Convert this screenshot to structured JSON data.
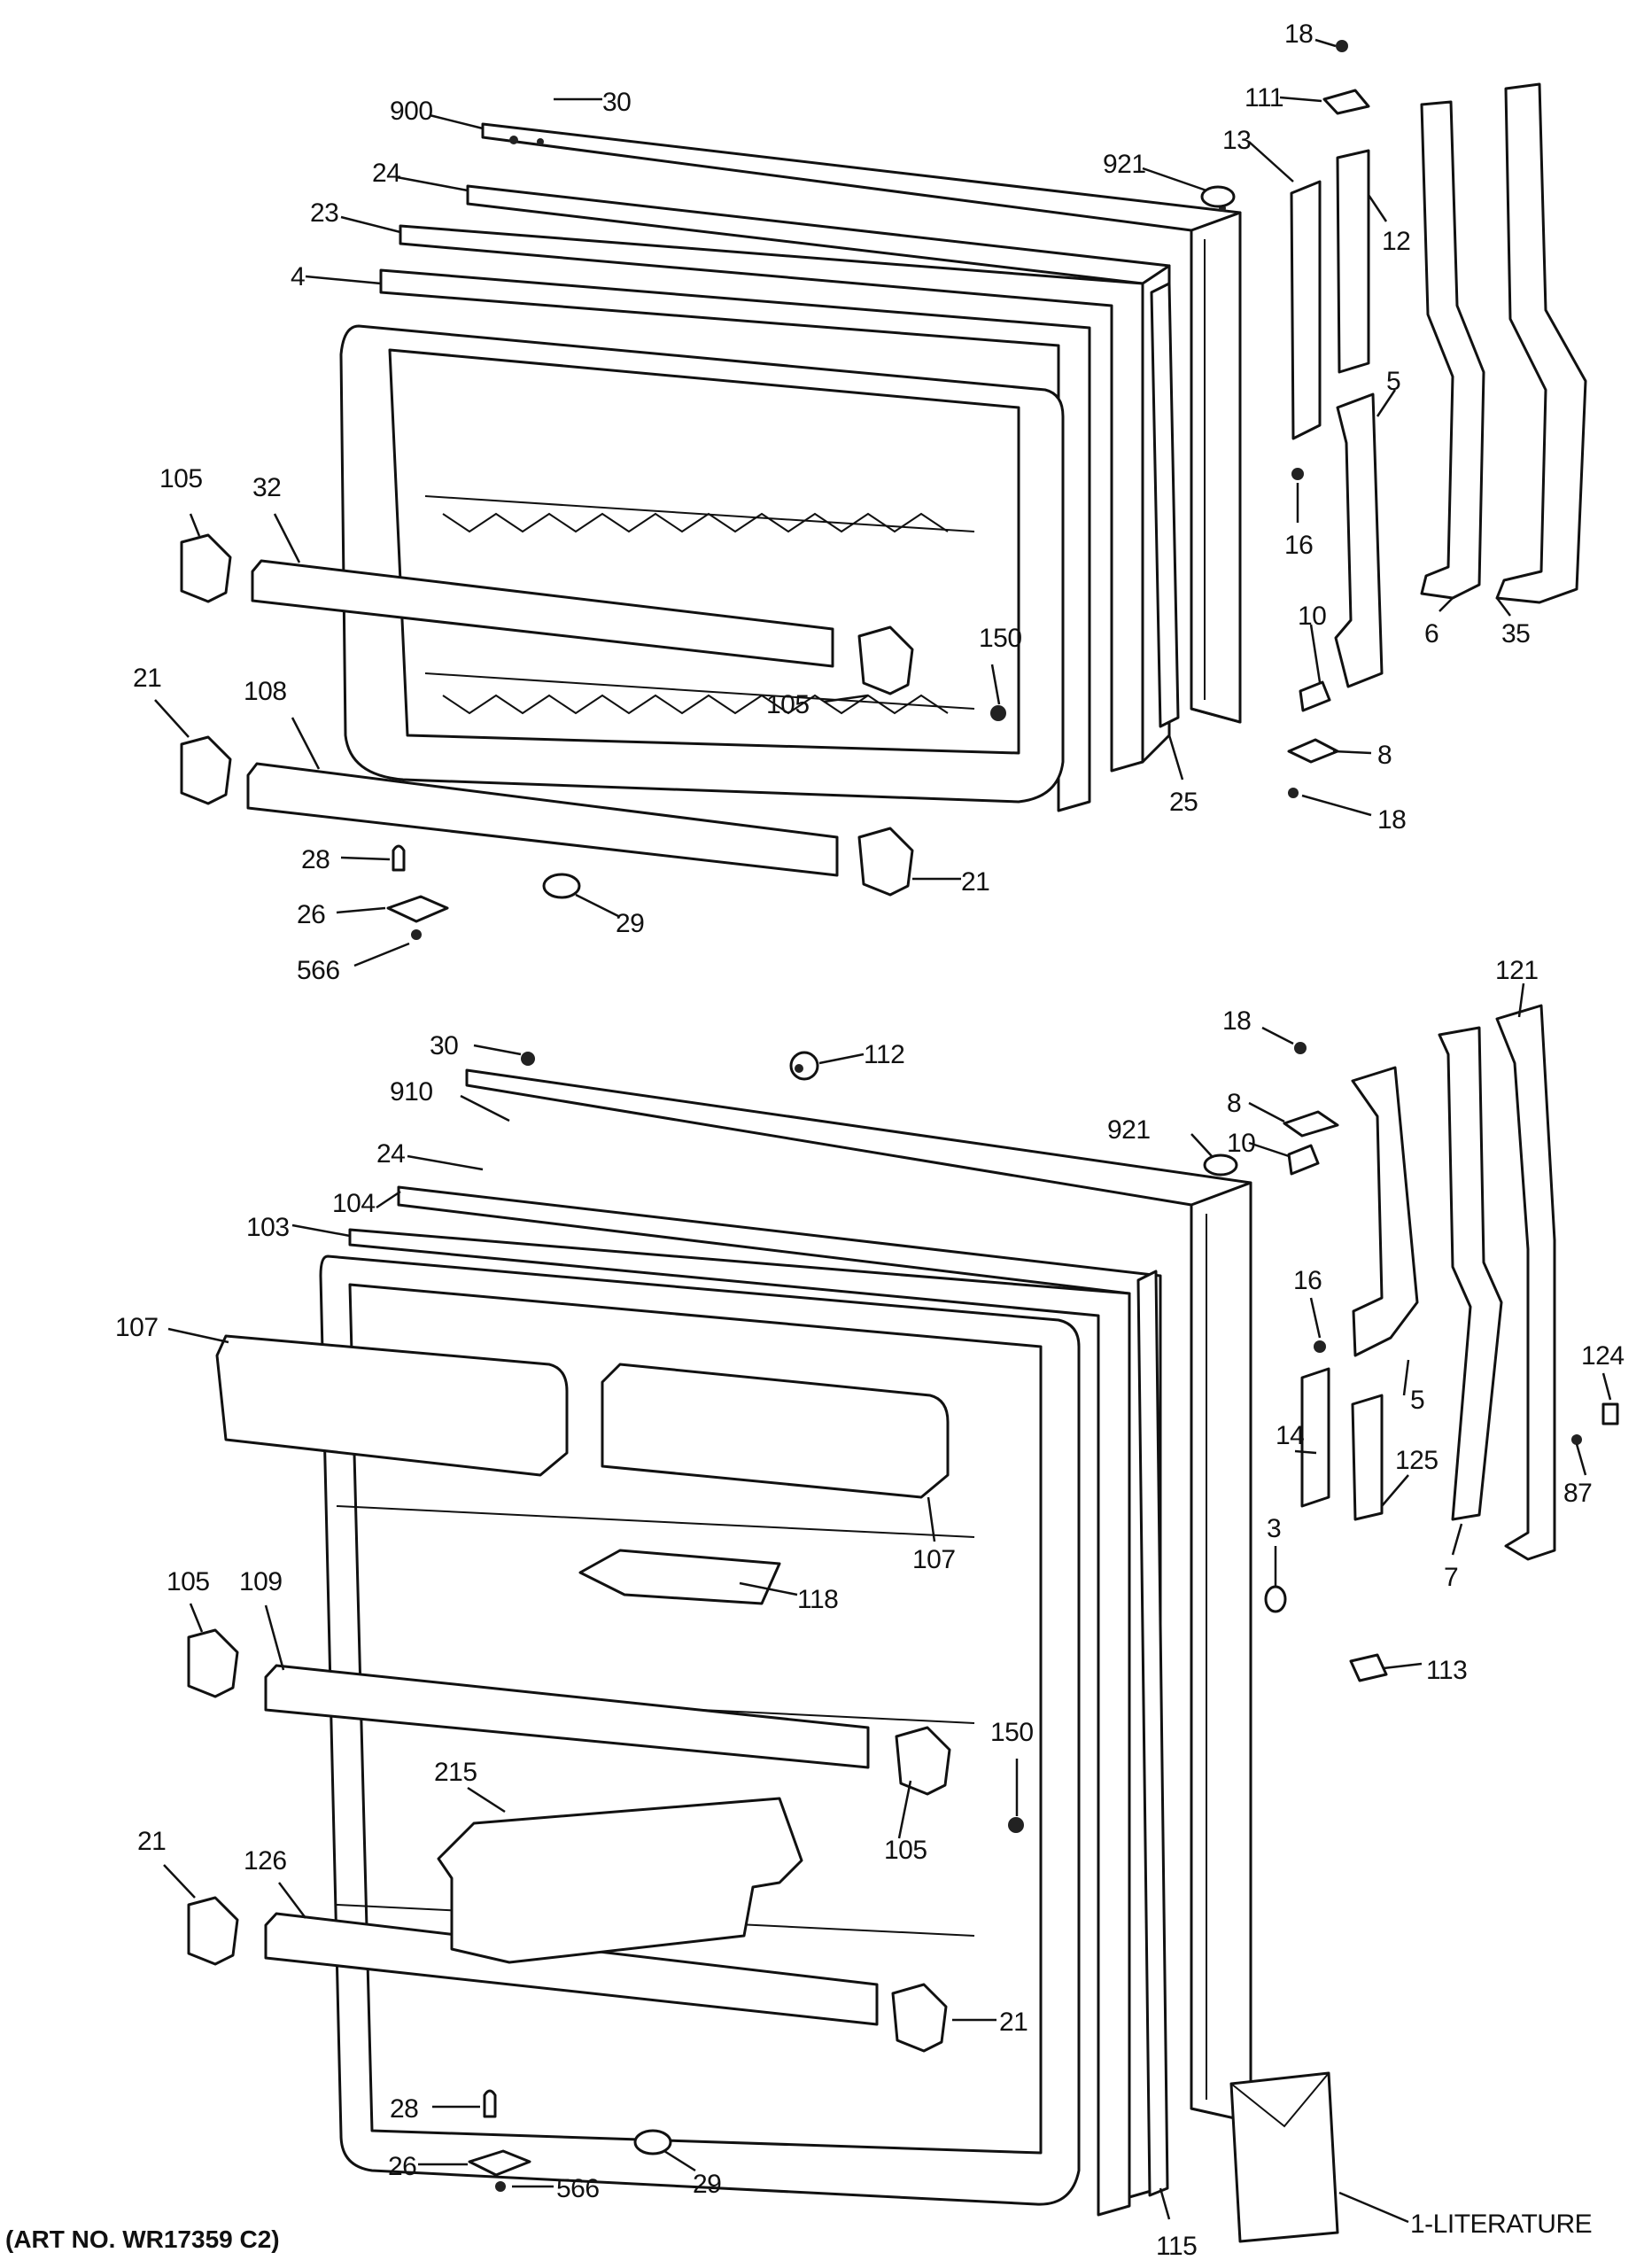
{
  "art_number": "(ART NO. WR17359 C2)",
  "callouts": {
    "top": {
      "c18a": "18",
      "c111": "111",
      "c900": "900",
      "c30": "30",
      "c24": "24",
      "c921": "921",
      "c13": "13",
      "c12": "12",
      "c23": "23",
      "c4": "4",
      "c5": "5",
      "c16": "16",
      "c105a": "105",
      "c32": "32",
      "c150": "150",
      "c105b": "105",
      "c10": "10",
      "c6": "6",
      "c35": "35",
      "c21a": "21",
      "c108": "108",
      "c8": "8",
      "c25": "25",
      "c18b": "18",
      "c28": "28",
      "c21b": "21",
      "c26": "26",
      "c29": "29",
      "c566": "566"
    },
    "bottom": {
      "c30": "30",
      "c112": "112",
      "c18": "18",
      "c121": "121",
      "c910": "910",
      "c8": "8",
      "c921": "921",
      "c10": "10",
      "c24": "24",
      "c104": "104",
      "c103": "103",
      "c16": "16",
      "c107a": "107",
      "c124": "124",
      "c5": "5",
      "c14": "14",
      "c125": "125",
      "c87": "87",
      "c3": "3",
      "c7": "7",
      "c107b": "107",
      "c118": "118",
      "c113": "113",
      "c105a": "105",
      "c109": "109",
      "c150": "150",
      "c215": "215",
      "c105b": "105",
      "c21a": "21",
      "c126": "126",
      "c21b": "21",
      "c28": "28",
      "c26": "26",
      "c566": "566",
      "c29": "29",
      "c115": "115",
      "literature": "1-LITERATURE"
    }
  }
}
